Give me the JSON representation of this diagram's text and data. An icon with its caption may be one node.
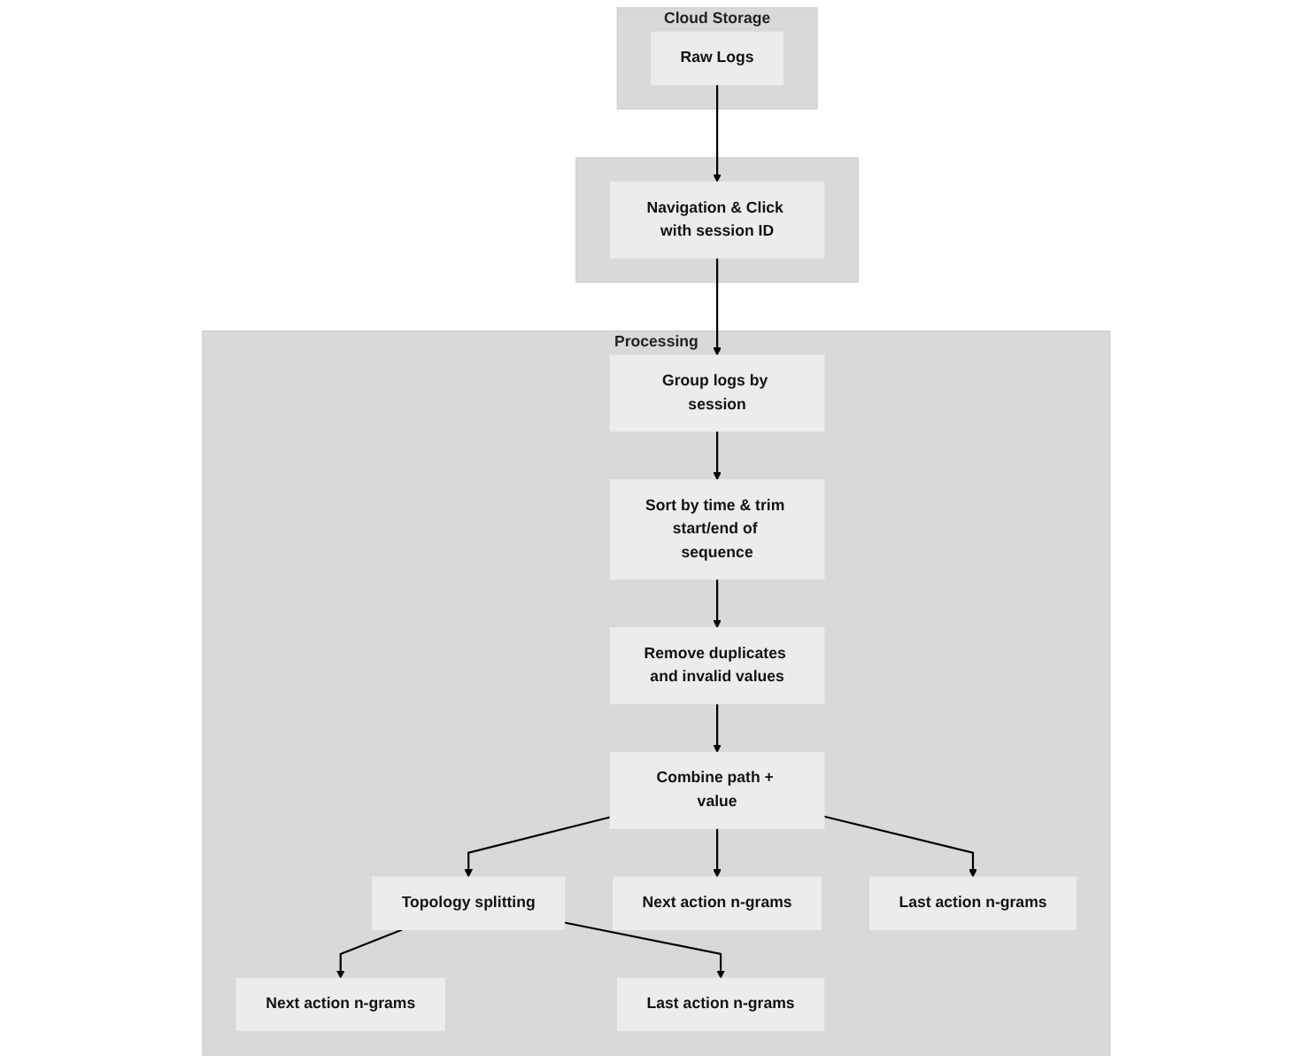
{
  "diagram": {
    "nodes": [
      {
        "text": [
          "Cloud Storage"
        ]
      },
      {
        "text": [
          "Raw Logs"
        ],
        "in": 0
      },
      {
        "text": [],
        "shape": "box"
      },
      {
        "text": [
          "Navigation & Click with session ID"
        ],
        "in": 2
      },
      {
        "text": [
          "Processing"
        ]
      },
      {
        "text": [
          "Group logs by session"
        ],
        "in": 4
      },
      {
        "text": [
          "Sort by time & trim start/end of sequence"
        ],
        "in": 4
      },
      {
        "text": [
          "Remove duplicates and invalid values"
        ],
        "in": 4
      },
      {
        "text": [
          "Combine path + value"
        ],
        "in": 4
      },
      {
        "text": [
          "Topology splitting"
        ],
        "in": 4
      },
      {
        "text": [
          "Next action n-grams"
        ],
        "in": 4
      },
      {
        "text": [
          "Last action n-grams"
        ],
        "in": 4
      },
      {
        "text": [
          "Next action n-grams"
        ],
        "in": 4
      },
      {
        "text": [
          "Last action n-grams"
        ],
        "in": 4
      }
    ],
    "edges": [
      {
        "from": 1,
        "to": 3,
        "arrow": "to"
      },
      {
        "from": 3,
        "to": 5,
        "arrow": "to"
      },
      {
        "from": 5,
        "to": 6,
        "arrow": "to"
      },
      {
        "from": 6,
        "to": 7,
        "arrow": "to"
      },
      {
        "from": 7,
        "to": 8,
        "arrow": "to"
      },
      {
        "from": 8,
        "to": 9,
        "arrow": "to"
      },
      {
        "from": 8,
        "to": 12,
        "arrow": "to"
      },
      {
        "from": 8,
        "to": 13,
        "arrow": "to"
      },
      {
        "from": 9,
        "to": 10,
        "arrow": "to"
      },
      {
        "from": 9,
        "to": 11,
        "arrow": "to"
      }
    ]
  }
}
